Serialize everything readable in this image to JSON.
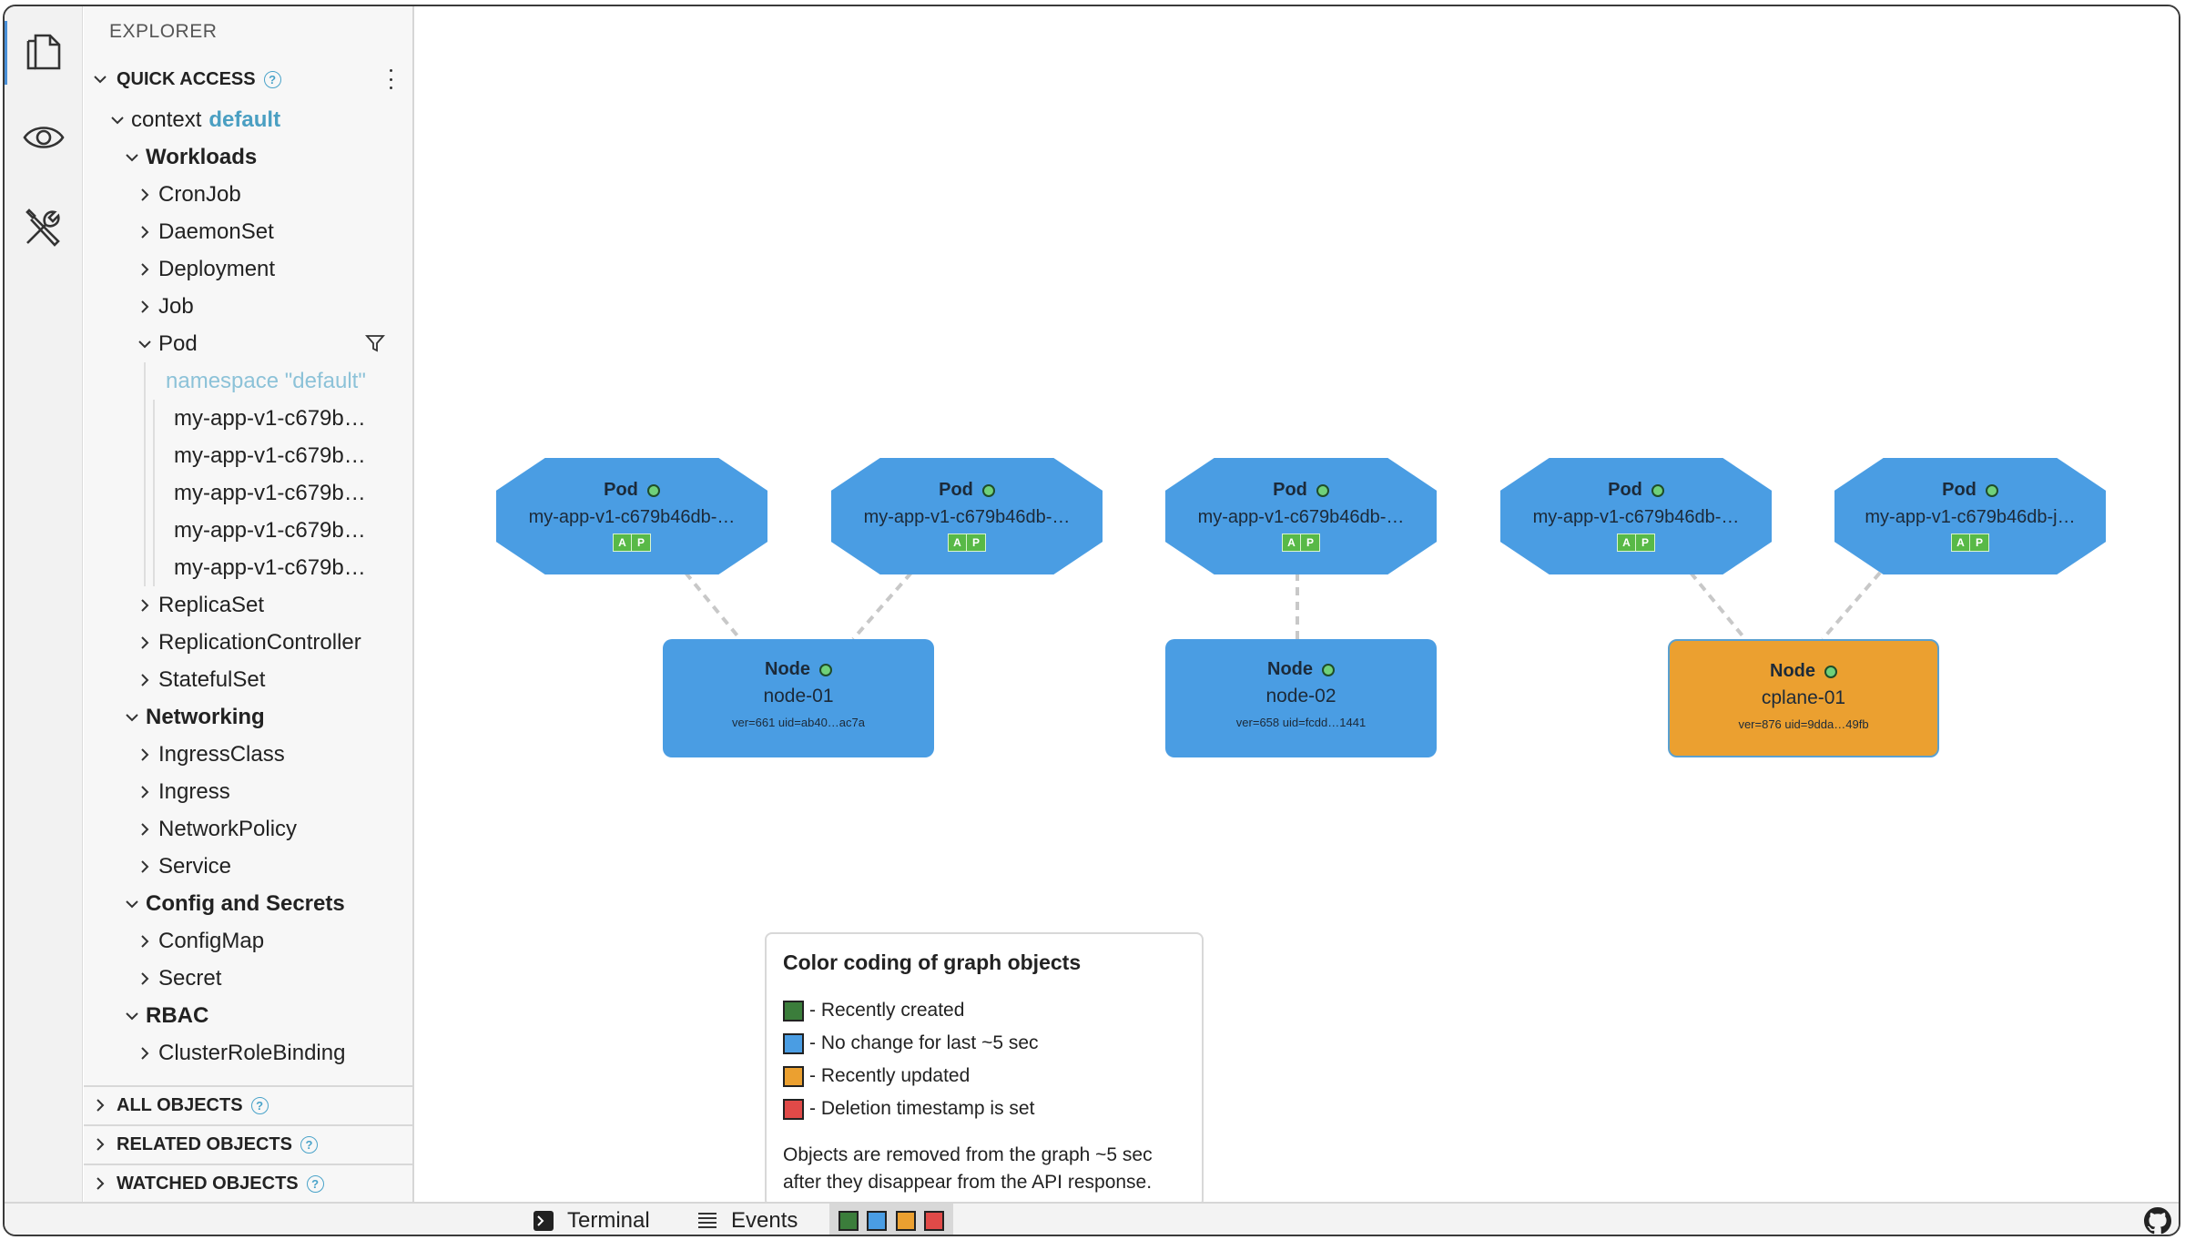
{
  "explorer_title": "EXPLORER",
  "quick_access": {
    "title": "QUICK ACCESS",
    "context_label": "context",
    "context_value": "default",
    "groups": [
      {
        "label": "Workloads",
        "items": [
          "CronJob",
          "DaemonSet",
          "Deployment",
          "Job"
        ]
      },
      {
        "label": "Networking",
        "items": [
          "IngressClass",
          "Ingress",
          "NetworkPolicy",
          "Service"
        ]
      },
      {
        "label": "Config and Secrets",
        "items": [
          "ConfigMap",
          "Secret"
        ]
      },
      {
        "label": "RBAC",
        "items": [
          "ClusterRoleBinding"
        ]
      }
    ],
    "pod": {
      "label": "Pod",
      "namespace": "namespace \"default\"",
      "entries": [
        "my-app-v1-c679b…",
        "my-app-v1-c679b…",
        "my-app-v1-c679b…",
        "my-app-v1-c679b…",
        "my-app-v1-c679b…"
      ]
    },
    "after_pod": [
      "ReplicaSet",
      "ReplicationController",
      "StatefulSet"
    ]
  },
  "sections": {
    "all_objects": "ALL OBJECTS",
    "related_objects": "RELATED OBJECTS",
    "watched_objects": "WATCHED OBJECTS"
  },
  "graph": {
    "pods": [
      {
        "kind": "Pod",
        "name": "my-app-v1-c679b46db-…",
        "badges": [
          "A",
          "P"
        ]
      },
      {
        "kind": "Pod",
        "name": "my-app-v1-c679b46db-…",
        "badges": [
          "A",
          "P"
        ]
      },
      {
        "kind": "Pod",
        "name": "my-app-v1-c679b46db-…",
        "badges": [
          "A",
          "P"
        ]
      },
      {
        "kind": "Pod",
        "name": "my-app-v1-c679b46db-…",
        "badges": [
          "A",
          "P"
        ]
      },
      {
        "kind": "Pod",
        "name": "my-app-v1-c679b46db-j…",
        "badges": [
          "A",
          "P"
        ]
      }
    ],
    "nodes": [
      {
        "kind": "Node",
        "name": "node-01",
        "meta": "ver=661 uid=ab40…ac7a",
        "state": "no-change"
      },
      {
        "kind": "Node",
        "name": "node-02",
        "meta": "ver=658 uid=fcdd…1441",
        "state": "no-change"
      },
      {
        "kind": "Node",
        "name": "cplane-01",
        "meta": "ver=876 uid=9dda…49fb",
        "state": "updated"
      }
    ]
  },
  "legend": {
    "title": "Color coding of graph objects",
    "items": [
      {
        "color": "#3b7d3b",
        "label": "- Recently created"
      },
      {
        "color": "#4a9de3",
        "label": "- No change for last ~5 sec"
      },
      {
        "color": "#eba030",
        "label": "- Recently updated"
      },
      {
        "color": "#e04a48",
        "label": "- Deletion timestamp is set"
      }
    ],
    "note": "Objects are removed from the graph ~5 sec after they disappear from the API response."
  },
  "statusbar": {
    "terminal": "Terminal",
    "events": "Events",
    "legend_colors": [
      "#3b7d3b",
      "#4a9de3",
      "#eba030",
      "#e04a48"
    ]
  },
  "icons": [
    "files-icon",
    "eye-icon",
    "tools-icon",
    "github-icon",
    "terminal-icon",
    "events-icon",
    "filter-icon"
  ]
}
